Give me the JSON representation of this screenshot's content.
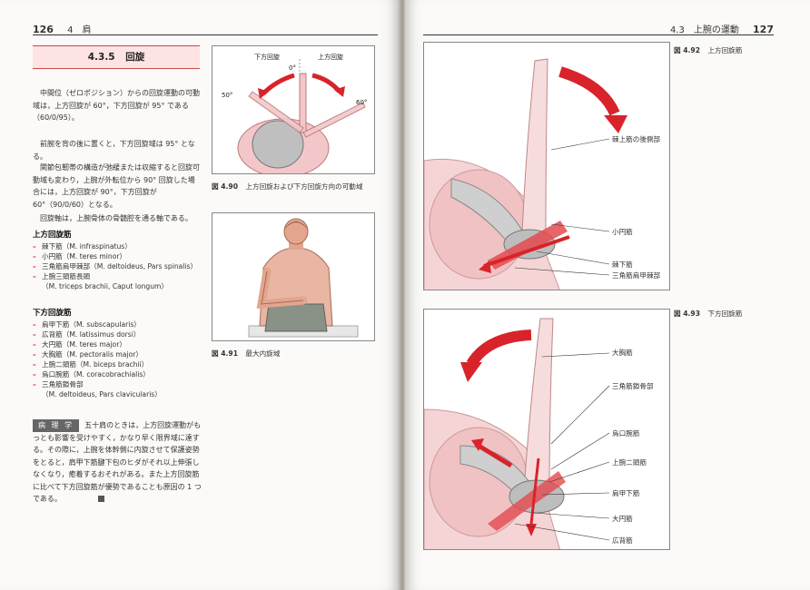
{
  "left_page": {
    "page_number": "126",
    "chapter": "4　肩",
    "section_number": "4.3.5",
    "section_title": "回旋",
    "para1": "中間位（ゼロポジション）からの回旋運動の可動域は，上方回旋が 60°，下方回旋が 95° である（60/0/95）。",
    "para2": "前腕を背の後に置くと，下方回旋域は 95° となる。",
    "para3": "関節包靭帯の構造が弛緩または収縮すると回旋可動域も変わり，上腕が外転位から 90° 回旋した場合には，上方回旋が 90°，下方回旋が 60°（90/0/60）となる。",
    "para4": "回旋軸は，上腕骨体の骨髄腔を通る軸である。",
    "upper_title": "上方回旋筋",
    "upper_items": [
      "棘下筋（M. infraspinatus）",
      "小円筋（M. teres minor）",
      "三角筋肩甲棘部（M. deltoideus, Pars spinalis）",
      "上腕三頭筋長頭"
    ],
    "upper_cont": "（M. triceps brachii, Caput longum）",
    "lower_title": "下方回旋筋",
    "lower_items": [
      "肩甲下筋（M. subscapularis）",
      "広背筋（M. latissimus dorsi）",
      "大円筋（M. teres major）",
      "大胸筋（M. pectoralis major）",
      "上腕二頭筋（M. biceps brachii）",
      "烏口腕筋（M. coracobrachialis）",
      "三角筋鎖骨部"
    ],
    "lower_cont": "（M. deltoideus, Pars clavicularis）",
    "patho_label": "病 理 学",
    "patho_text": "五十肩のときは，上方回旋運動がもっとも影響を受けやすく，かなり早く限界域に達する。その際に，上腕を体幹側に内旋させて保護姿勢をとると，肩甲下筋腱下包のヒダがそれ以上伸張しなくなり，癒着するおそれがある。また上方回旋筋に比べて下方回旋筋が優勢であることも原因の 1 つである。",
    "fig90": {
      "label_down": "下方回旋",
      "label_up": "上方回旋",
      "deg0": "0°",
      "deg50": "50°",
      "deg60": "60°",
      "caption_num": "図 4.90",
      "caption_text": "上方回旋および下方回旋方向の可動域"
    },
    "fig91": {
      "caption_num": "図 4.91",
      "caption_text": "最大内旋域"
    }
  },
  "right_page": {
    "page_number": "127",
    "running_head": "4.3　上腕の運動",
    "fig92": {
      "caption_num": "図 4.92",
      "caption_text": "上方回旋筋",
      "labels": [
        "棘上筋の後側部",
        "小円筋",
        "棘下筋",
        "三角筋肩甲棘部"
      ]
    },
    "fig93": {
      "caption_num": "図 4.93",
      "caption_text": "下方回旋筋",
      "labels": [
        "大胸筋",
        "三角筋鎖骨部",
        "烏口腕筋",
        "上腕二頭筋",
        "肩甲下筋",
        "大円筋",
        "広背筋"
      ]
    }
  },
  "colors": {
    "accent_red": "#d8232a",
    "section_bg": "#fde3e3",
    "skin_pink": "#f3c7c9",
    "muscle_red": "#e44a4f"
  }
}
